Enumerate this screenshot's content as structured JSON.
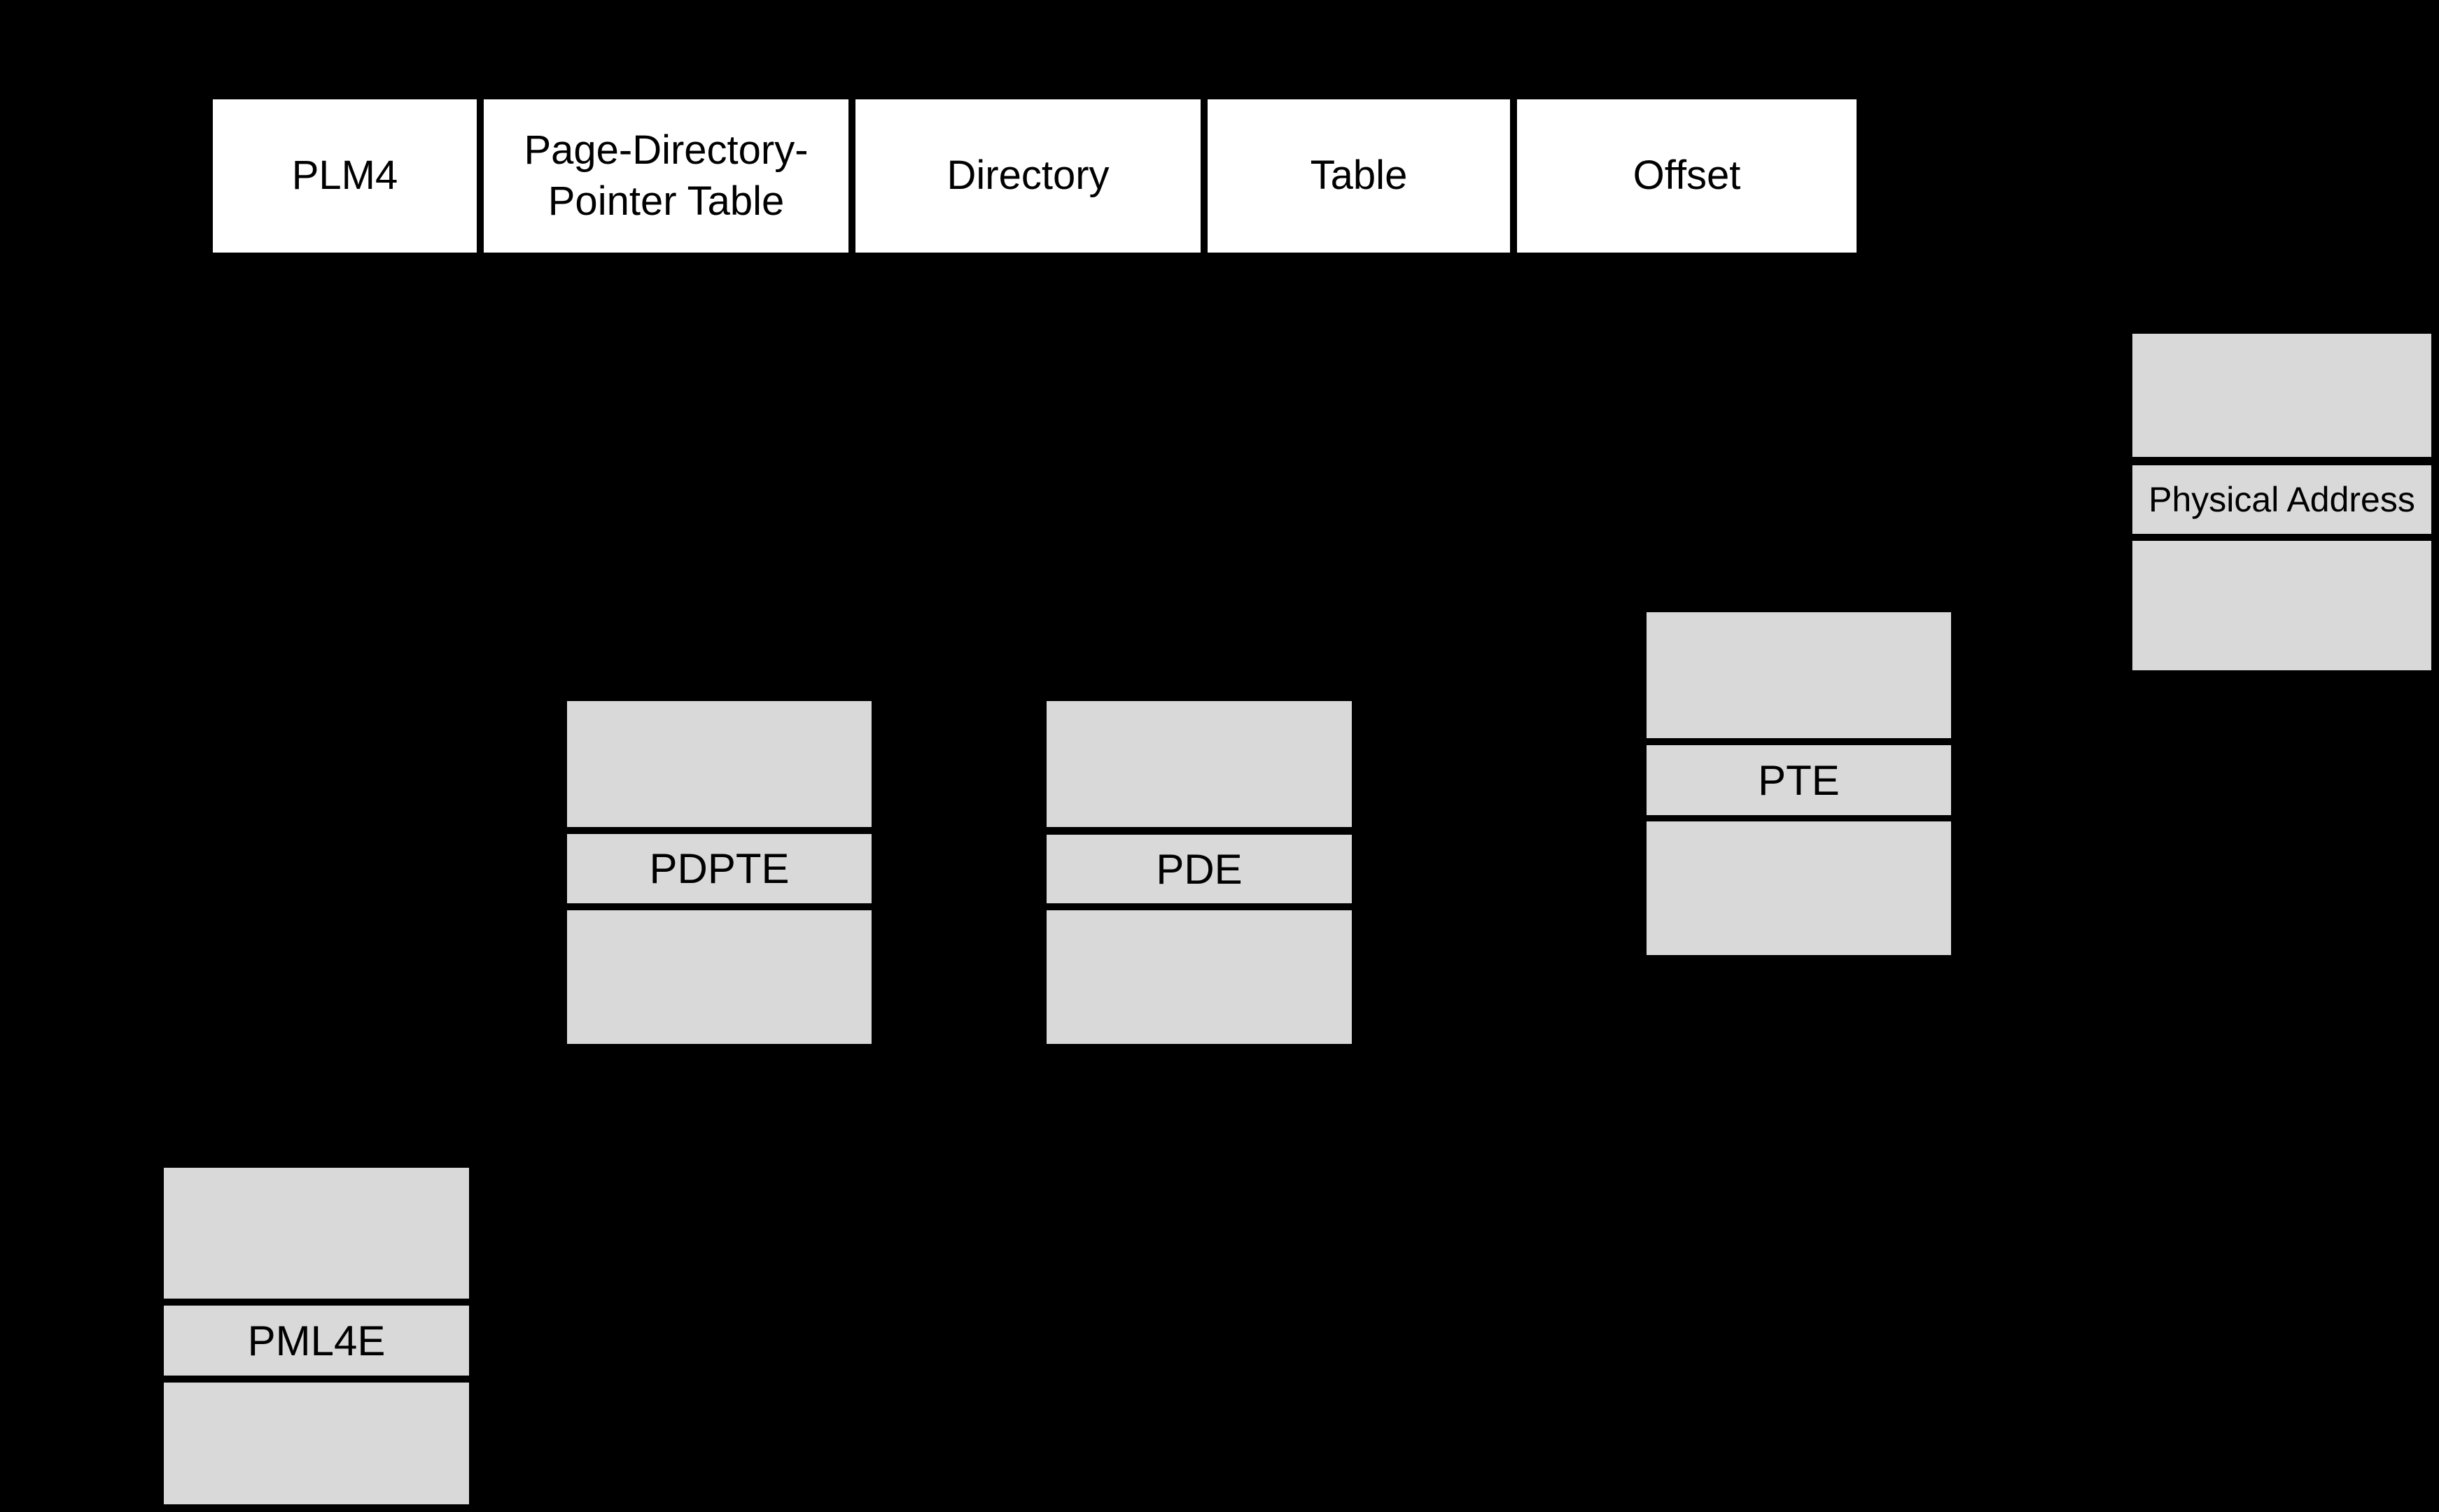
{
  "colors": {
    "background": "#000000",
    "field_box_fill": "#ffffff",
    "table_box_fill": "#d9d9d9",
    "text": "#000000"
  },
  "header": {
    "boxes": [
      {
        "label": "PLM4"
      },
      {
        "label": "Page-Directory-Pointer Table"
      },
      {
        "label": "Directory"
      },
      {
        "label": "Table"
      },
      {
        "label": "Offset"
      }
    ]
  },
  "tables": [
    {
      "label": "PML4E"
    },
    {
      "label": "PDPTE"
    },
    {
      "label": "PDE"
    },
    {
      "label": "PTE"
    },
    {
      "label": "Physical Address"
    }
  ]
}
